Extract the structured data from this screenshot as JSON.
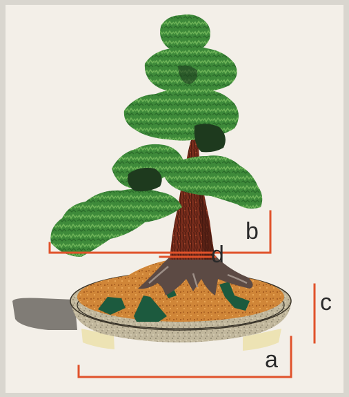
{
  "illustration": {
    "subject": "bonsai-tree-in-oval-pot",
    "colors": {
      "paper": "#f3efe8",
      "frame": "#d9d6cf",
      "foliage": "#3e8a3a",
      "foliage_light": "#6db358",
      "foliage_dark": "#1e3a1e",
      "trunk": "#7a2d1c",
      "trunk_dark": "#3d1711",
      "soil": "#d08638",
      "moss": "#1c5a3e",
      "pot": "#c2b89d",
      "pot_rim": "#b3a882",
      "pot_feet": "#ede3b4",
      "shadow": "#6b6762",
      "dimension_line": "#e0522a"
    }
  },
  "labels": {
    "a": "a",
    "b": "b",
    "c": "c",
    "d": "d"
  }
}
